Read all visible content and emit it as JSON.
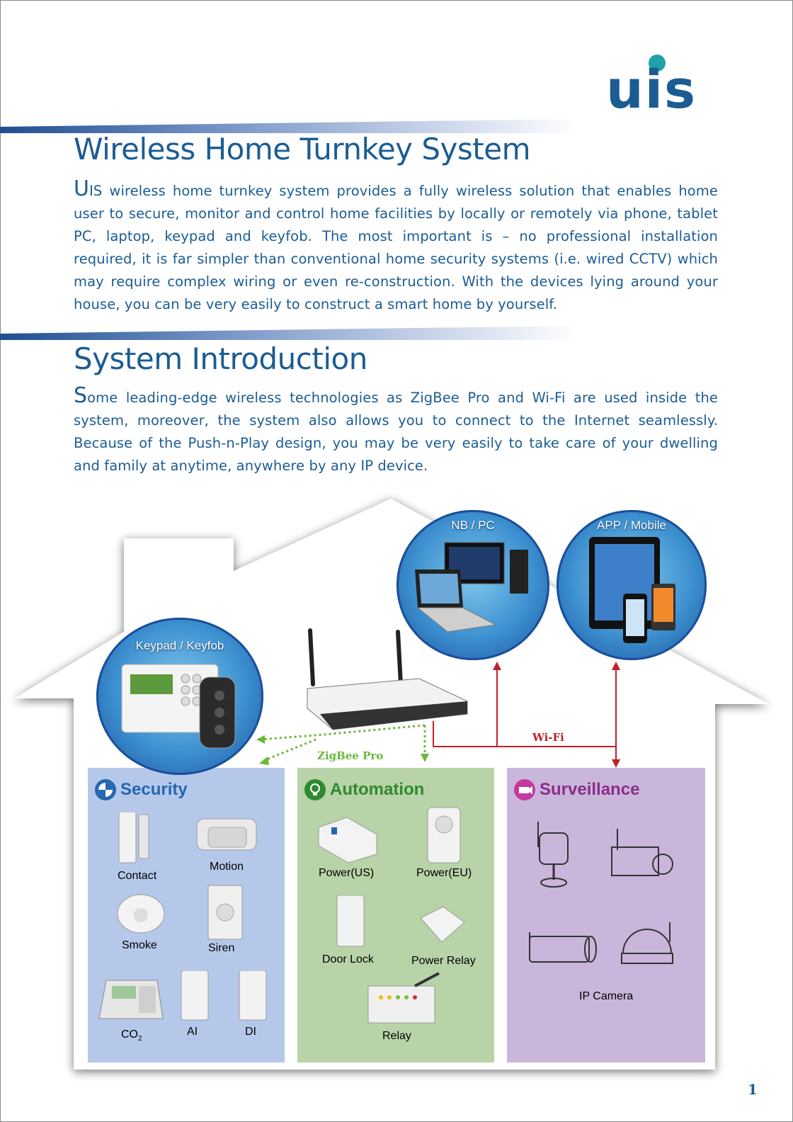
{
  "logo": {
    "text": "uis"
  },
  "section1": {
    "title": "Wireless Home Turnkey System",
    "cap": "U",
    "body": "IS wireless home turnkey system provides a fully wireless solution that enables home user to secure, monitor and control home facilities by locally or remotely via phone, tablet PC, laptop, keypad and keyfob. The most important is – no professional installation required, it is far simpler than conventional home security systems (i.e. wired CCTV) which may require complex wiring or even re-construction. With the devices lying around your house, you can be very easily to construct a smart home by yourself."
  },
  "section2": {
    "title": "System Introduction",
    "cap": "S",
    "body": "ome leading-edge wireless technologies as ZigBee Pro and Wi-Fi are used inside the system, moreover, the system also allows you to connect to the Internet seamlessly. Because of the Push-n-Play design, you may be very easily to take care of your dwelling and family at anytime, anywhere by any IP device."
  },
  "diagram": {
    "circles": {
      "keypad": "Keypad / Keyfob",
      "nbpc": "NB / PC",
      "app": "APP / Mobile"
    },
    "links": {
      "zigbee": "ZigBee Pro",
      "wifi": "Wi-Fi"
    },
    "panels": {
      "security": {
        "title": "Security",
        "devices": [
          "Contact",
          "Motion",
          "Smoke",
          "Siren",
          "CO",
          "AI",
          "DI"
        ],
        "co_sub": "2"
      },
      "automation": {
        "title": "Automation",
        "devices": [
          "Power(US)",
          "Power(EU)",
          "Door Lock",
          "Power Relay",
          "Relay"
        ]
      },
      "surveillance": {
        "title": "Surveillance",
        "devices": [
          "IP Camera"
        ]
      }
    },
    "colors": {
      "security": "#b6c8ea",
      "automation": "#b8d3a8",
      "surveillance": "#c9b6da",
      "zigbee": "#6ab83a",
      "wifi": "#c0202a"
    }
  },
  "page_number": "1"
}
